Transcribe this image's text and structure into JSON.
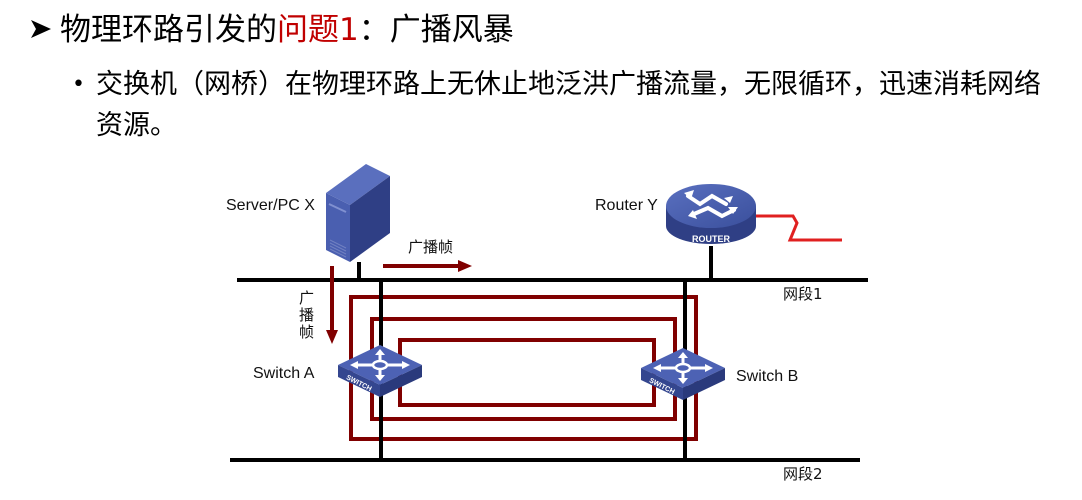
{
  "heading": {
    "bullet_icon": "arrowhead-bullet-icon",
    "prefix": "物理环路引发的",
    "highlight": "问题1",
    "colon": "：",
    "suffix": "广播风暴",
    "highlight_color": "#c00000"
  },
  "bullet": {
    "icon": "dot-bullet",
    "text": "交换机（网桥）在物理环路上无休止地泛洪广播流量，无限循环，迅速消耗网络资源。"
  },
  "diagram": {
    "colors": {
      "loop": "#800000",
      "wire": "#000000",
      "wan_link": "#e02020",
      "device_blue": "#3a4f9c"
    },
    "devices": {
      "server": {
        "label": "Server/PC X",
        "icon": "server-tower-icon"
      },
      "router": {
        "label": "Router Y",
        "badge": "ROUTER",
        "icon": "router-icon"
      },
      "switch_a": {
        "label": "Switch A",
        "badge": "SWITCH",
        "icon": "switch-icon"
      },
      "switch_b": {
        "label": "Switch B",
        "badge": "SWITCH",
        "icon": "switch-icon"
      }
    },
    "segments": {
      "segment1": "网段1",
      "segment2": "网段2"
    },
    "frames": {
      "horizontal": "广播帧",
      "vertical": [
        "广",
        "播",
        "帧"
      ]
    }
  }
}
